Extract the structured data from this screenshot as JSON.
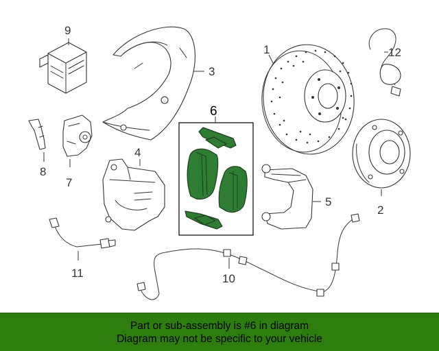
{
  "diagram": {
    "part_numbers": [
      "1",
      "2",
      "3",
      "4",
      "5",
      "6",
      "7",
      "8",
      "9",
      "10",
      "11",
      "12"
    ],
    "highlighted_part": "6"
  },
  "footer": {
    "line1": "Part or sub-assembly is #6 in diagram",
    "line2": "Diagram may not be specific to your vehicle",
    "background_color": "#2e7d0f"
  },
  "colors": {
    "highlight_fill": "#2e7d32",
    "line": "#333333"
  }
}
